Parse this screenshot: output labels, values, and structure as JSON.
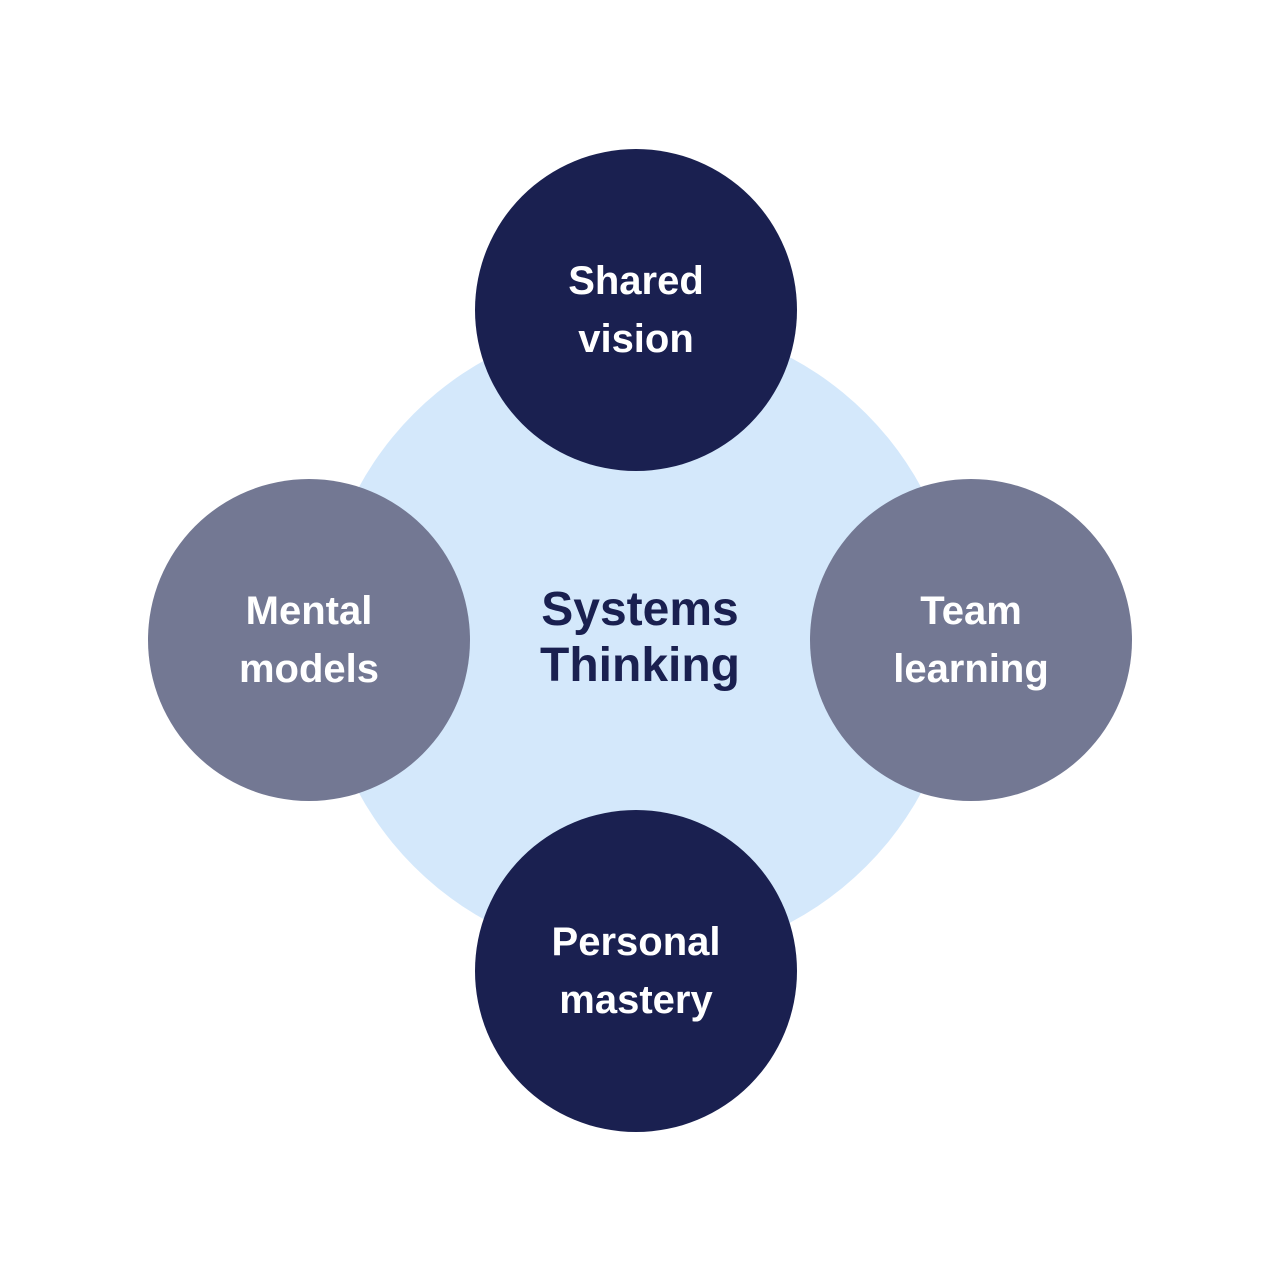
{
  "colors": {
    "center_fill": "#d4e8fb",
    "center_text": "#1a2050",
    "dark_node": "#1a2050",
    "muted_node": "#737893",
    "node_text": "#ffffff"
  },
  "diagram": {
    "center": {
      "line1": "Systems",
      "line2": "Thinking"
    },
    "nodes": {
      "top": {
        "line1": "Shared",
        "line2": "vision",
        "tone": "dark"
      },
      "left": {
        "line1": "Mental",
        "line2": "models",
        "tone": "muted"
      },
      "right": {
        "line1": "Team",
        "line2": "learning",
        "tone": "muted"
      },
      "bottom": {
        "line1": "Personal",
        "line2": "mastery",
        "tone": "dark"
      }
    }
  }
}
